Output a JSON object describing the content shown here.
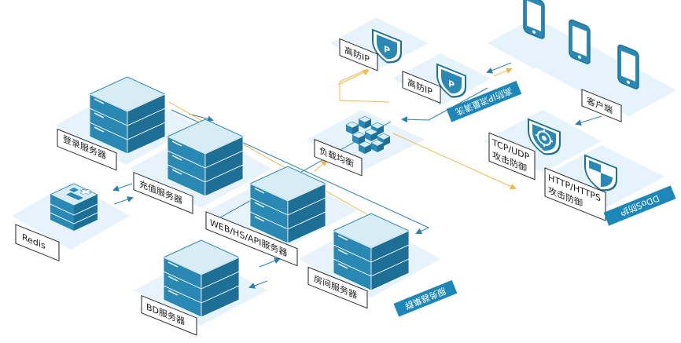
{
  "colors": {
    "platform": "#e6f3fa",
    "platform_edge": "#cfe6f2",
    "server_top": "#d8ecf6",
    "server_front": "#2a89b4",
    "server_side": "#1d6f96",
    "line_blue": "#2a7fb0",
    "line_orange": "#f2b84b",
    "banner": "#1d87b9",
    "label_border": "#222222"
  },
  "nodes": {
    "login_server": "登录服务器",
    "recharge_server": "充值服务器",
    "web_server": "WEB/HS/API服务器",
    "room_server": "房间服务器",
    "bd_server": "BD服务器",
    "redis": "Redis",
    "load_balancer": "负载均衡",
    "high_ip_1": "高防IP",
    "high_ip_2": "高防IP",
    "clients": "客户端",
    "tcp_udp_1": "TCP/UDP",
    "tcp_udp_2": "攻击防御",
    "http_1": "HTTP/HTTPS",
    "http_2": "攻击防御"
  },
  "banners": {
    "ddos": "DDoS防护",
    "high_ip_clean": "高防IP流量清洗",
    "server_cluster": "服务器集群"
  },
  "icons": {
    "shield_ip": "shield-ip-icon",
    "gear_shield": "gear-shield-icon",
    "shield": "shield-icon",
    "phone": "phone-icon",
    "cubes": "cubes-icon",
    "medical_cross": "medical-cross-icon"
  }
}
